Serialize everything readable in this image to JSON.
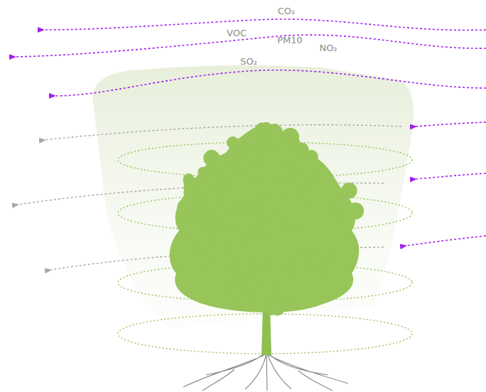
{
  "diagram": {
    "labels": [
      "CO₂",
      "VOC",
      "PM10",
      "NO₂",
      "SO₂"
    ]
  }
}
